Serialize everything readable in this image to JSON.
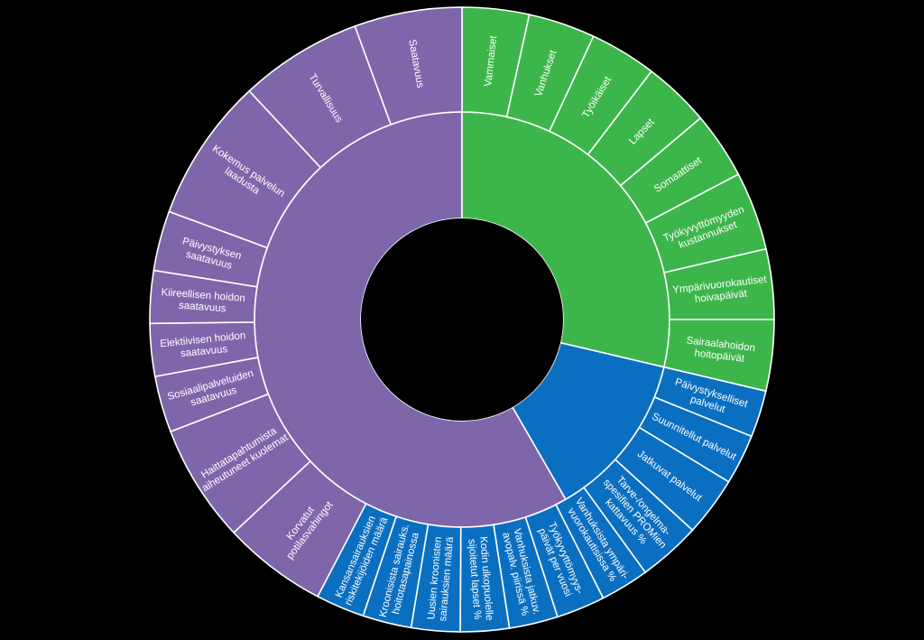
{
  "chart_data": {
    "type": "sunburst",
    "title": "",
    "colors": {
      "purple": "#7f66ab",
      "green": "#3cb64a",
      "blue": "#0b6fc1",
      "stroke": "#ffffff",
      "background": "#000000",
      "hole": "#000000"
    },
    "inner": [
      {
        "name": "purple-group",
        "color": "purple",
        "start": 0.4167,
        "end": 1.0
      },
      {
        "name": "green-group",
        "color": "green",
        "start": 0.0,
        "end": 0.2868
      },
      {
        "name": "blue-group",
        "color": "blue",
        "start": 0.2868,
        "end": 0.4167
      }
    ],
    "outer": [
      {
        "label": [
          "Vammaiset"
        ],
        "color": "green",
        "start": 0.0,
        "end": 0.0346
      },
      {
        "label": [
          "Vanhukset"
        ],
        "color": "green",
        "start": 0.0346,
        "end": 0.0692
      },
      {
        "label": [
          "Työikäiset"
        ],
        "color": "green",
        "start": 0.0692,
        "end": 0.1038
      },
      {
        "label": [
          "Lapset"
        ],
        "color": "green",
        "start": 0.1038,
        "end": 0.1384
      },
      {
        "label": [
          "Somaattiset"
        ],
        "color": "green",
        "start": 0.1384,
        "end": 0.173
      },
      {
        "label": [
          "Työkyvyttömyyden",
          "kustannukset"
        ],
        "color": "green",
        "start": 0.173,
        "end": 0.2137
      },
      {
        "label": [
          "Ympärivuorokautiset",
          "hoivapäivät"
        ],
        "color": "green",
        "start": 0.2137,
        "end": 0.25
      },
      {
        "label": [
          "Sairaalahoidon",
          "hoitopäivät"
        ],
        "color": "green",
        "start": 0.25,
        "end": 0.2868
      },
      {
        "label": [
          "Päivystykselliset",
          "palvelut"
        ],
        "color": "blue",
        "start": 0.2868,
        "end": 0.311
      },
      {
        "label": [
          "Suunnitellut palvelut"
        ],
        "color": "blue",
        "start": 0.311,
        "end": 0.337
      },
      {
        "label": [
          "Jatkuvat palvelut"
        ],
        "color": "blue",
        "start": 0.337,
        "end": 0.3678
      },
      {
        "label": [
          "Tarve-/ongelma-",
          "spesifien PROMien",
          "kattavuus %"
        ],
        "color": "blue",
        "start": 0.3678,
        "end": 0.4001
      },
      {
        "label": [
          "Vanhuksista ympäri-",
          "vuorokautisissa %"
        ],
        "color": "blue",
        "start": 0.4001,
        "end": 0.4253
      },
      {
        "label": [
          "Työkyvyttömyys-",
          "päivät per vuosi"
        ],
        "color": "blue",
        "start": 0.4253,
        "end": 0.4505
      },
      {
        "label": [
          "Vanhuksista jatkuv.",
          "avopalv. piirissä %"
        ],
        "color": "blue",
        "start": 0.4505,
        "end": 0.4757
      },
      {
        "label": [
          "Kodin ulkopuolelle",
          "sijoitetut lapset %"
        ],
        "color": "blue",
        "start": 0.4757,
        "end": 0.5009
      },
      {
        "label": [
          "Uusien kroonisten",
          "sairauksien määrä"
        ],
        "color": "blue",
        "start": 0.5009,
        "end": 0.5261
      },
      {
        "label": [
          "Kroonisista sairauks.",
          "hoitotasapainossa"
        ],
        "color": "blue",
        "start": 0.5261,
        "end": 0.5513
      },
      {
        "label": [
          "Kansansairauksien",
          "riskitekijöiden määrä"
        ],
        "color": "blue",
        "start": 0.5513,
        "end": 0.5765
      },
      {
        "label": [
          "Korvatut",
          "potilasvahingot"
        ],
        "color": "purple",
        "start": 0.5765,
        "end": 0.6305
      },
      {
        "label": [
          "Haittatapahtumista",
          "aiheutuneet kuolemat"
        ],
        "color": "purple",
        "start": 0.6305,
        "end": 0.6916
      },
      {
        "label": [
          "Sosiaalipalveluiden",
          "saatavuus"
        ],
        "color": "purple",
        "start": 0.6916,
        "end": 0.7208
      },
      {
        "label": [
          "Elektiivisen hoidon",
          "saatavuus"
        ],
        "color": "purple",
        "start": 0.7208,
        "end": 0.748
      },
      {
        "label": [
          "Kiireellisen hoidon",
          "saatavuus"
        ],
        "color": "purple",
        "start": 0.748,
        "end": 0.7752
      },
      {
        "label": [
          "Päivystyksen",
          "saatavuus"
        ],
        "color": "purple",
        "start": 0.7752,
        "end": 0.8062
      },
      {
        "label": [
          "Kokemus palvelun",
          "laadusta"
        ],
        "color": "purple",
        "start": 0.8062,
        "end": 0.8807
      },
      {
        "label": [
          "Turvallisuus"
        ],
        "color": "purple",
        "start": 0.8807,
        "end": 0.9443
      },
      {
        "label": [
          "Saatavuus"
        ],
        "color": "purple",
        "start": 0.9443,
        "end": 1.0
      }
    ]
  }
}
